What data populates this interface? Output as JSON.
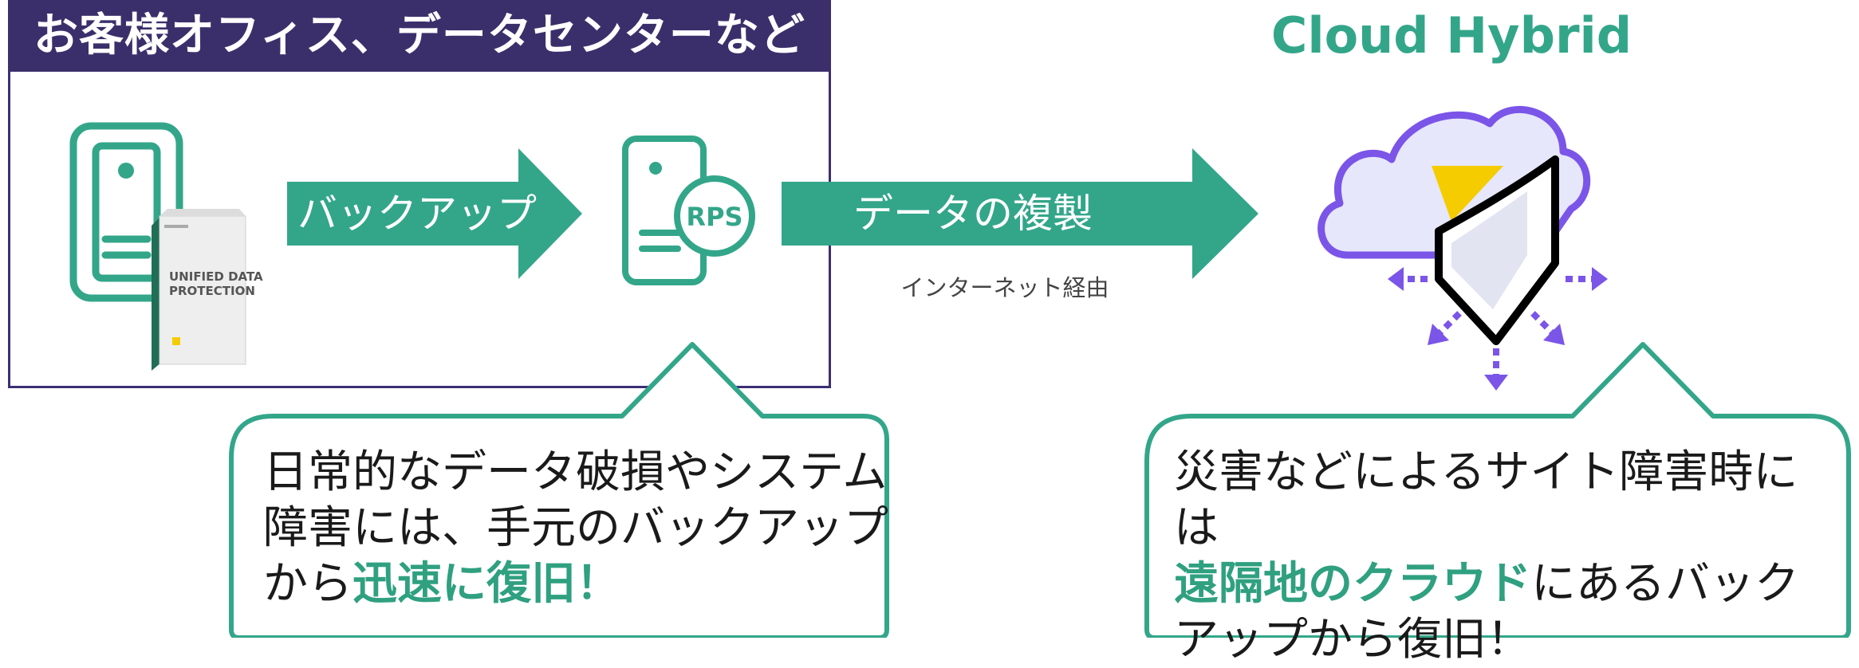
{
  "onprem": {
    "header": "お客様オフィス、データセンターなど",
    "product_box_label": "UNIFIED DATA PROTECTION",
    "rps_label": "RPS"
  },
  "cloud": {
    "title": "Cloud Hybrid"
  },
  "arrows": {
    "backup_label": "バックアップ",
    "replicate_label": "データの複製",
    "replicate_note": "インターネット経由"
  },
  "bubbles": {
    "left": {
      "line1": "日常的なデータ破損やシステム",
      "line2": "障害には、手元のバックアップ",
      "line3_prefix": "から",
      "line3_highlight": "迅速に復旧！"
    },
    "right": {
      "line1": "災害などによるサイト障害時には",
      "line2_highlight": "遠隔地のクラウド",
      "line2_suffix": "にあるバック",
      "line3": "アップから復旧！"
    }
  },
  "colors": {
    "teal": "#33a68a",
    "navy": "#3b2f6b",
    "purple": "#7b55e8",
    "yellow": "#f5cc00"
  },
  "icons": [
    "server-icon",
    "product-box-icon",
    "rps-server-icon",
    "cloud-icon",
    "shield-icon",
    "expand-arrows-icon"
  ]
}
